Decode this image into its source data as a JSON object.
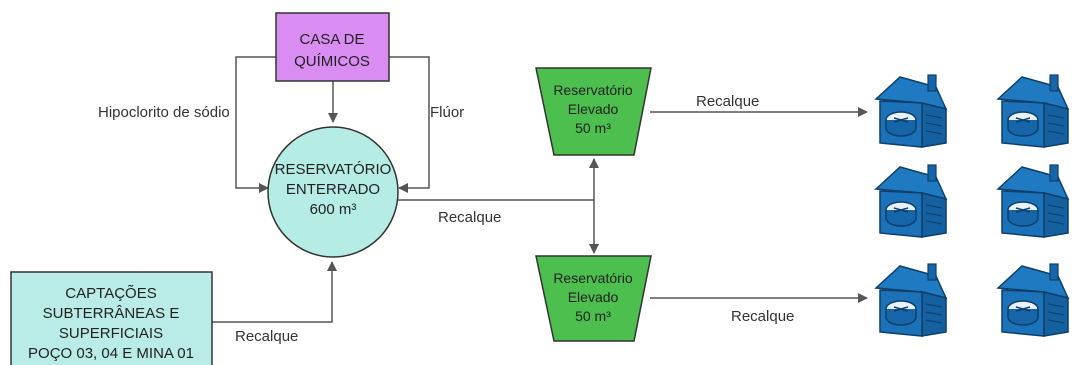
{
  "nodes": {
    "casa_quimicos": {
      "line1": "CASA DE",
      "line2": "QUÍMICOS"
    },
    "reservatorio_enterrado": {
      "line1": "RESERVATÓRIO",
      "line2": "ENTERRADO",
      "line3": "600 m³"
    },
    "reservatorio_elevado_1": {
      "line1": "Reservatório",
      "line2": "Elevado",
      "line3": "50 m³"
    },
    "reservatorio_elevado_2": {
      "line1": "Reservatório",
      "line2": "Elevado",
      "line3": "50 m³"
    },
    "captacoes": {
      "line1": "CAPTAÇÕES",
      "line2": "SUBTERRÂNEAS E",
      "line3": "SUPERFICIAIS",
      "line4": "POÇO 03, 04 E MINA 01"
    }
  },
  "edges": {
    "hipoclorito": "Hipoclorito de sódio",
    "fluor": "Flúor",
    "recalque_main": "Recalque",
    "recalque_top": "Recalque",
    "recalque_bottom": "Recalque",
    "recalque_captacao": "Recalque"
  },
  "colors": {
    "casa_fill": "#d98cf2",
    "reservatorio_fill": "#b5ece3",
    "elevado_fill": "#4cbf4e",
    "captacao_fill": "#b9ece6",
    "house_fill": "#1565a8",
    "line": "#555555"
  },
  "icons": {
    "house": "house-icon"
  }
}
